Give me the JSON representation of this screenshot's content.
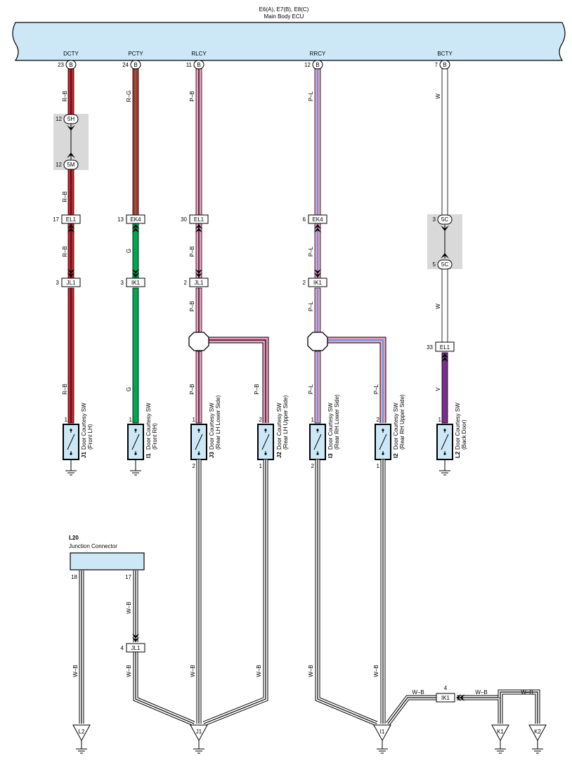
{
  "ecu": {
    "title": "E6(A), E7(B), E8(C)",
    "subtitle": "Main Body ECU",
    "pins": [
      {
        "name": "DCTY",
        "pin": "23",
        "conn": "B"
      },
      {
        "name": "PCTY",
        "pin": "24",
        "conn": "B"
      },
      {
        "name": "RLCY",
        "pin": "11",
        "conn": "B"
      },
      {
        "name": "RRCY",
        "pin": "12",
        "conn": "B"
      },
      {
        "name": "BCTY",
        "pin": "7",
        "conn": "B"
      }
    ]
  },
  "wire_labels": {
    "w1_a": "R–B",
    "w1_b": "R–B",
    "w1_c": "R–B",
    "w1_d": "R–B",
    "w2_a": "R–G",
    "w2_b": "G",
    "w2_c": "G",
    "w3_a": "P–B",
    "w3_b": "P–B",
    "w3_c": "P–B",
    "w3_d": "P–B",
    "w3_e": "P–B",
    "w4_a": "P–L",
    "w4_b": "P–L",
    "w4_c": "P–L",
    "w4_d": "P–L",
    "w4_e": "P–L",
    "w5_a": "W",
    "w5_b": "W",
    "w5_c": "V",
    "wb1": "W–B",
    "wb2": "W–B",
    "wb3": "W–B",
    "wb4": "W–B",
    "wb5": "W–B",
    "wb6": "W–B",
    "wb7": "W–B",
    "wb8": "W–B",
    "wb9": "W–B"
  },
  "inline_connectors": {
    "c5H": {
      "pin": "12",
      "id": "5H"
    },
    "c5M": {
      "pin": "12",
      "id": "5M"
    },
    "c5C_top": {
      "pin": "3",
      "id": "5C"
    },
    "c5C_bot": {
      "pin": "5",
      "id": "5C"
    },
    "el1_a": {
      "pin": "17",
      "id": "EL1"
    },
    "ek4_a": {
      "pin": "13",
      "id": "EK4"
    },
    "el1_b": {
      "pin": "30",
      "id": "EL1"
    },
    "ek4_b": {
      "pin": "6",
      "id": "EK4"
    },
    "jl1_a": {
      "pin": "3",
      "id": "JL1"
    },
    "ik1_a": {
      "pin": "3",
      "id": "IK1"
    },
    "jl1_b": {
      "pin": "2",
      "id": "JL1"
    },
    "ik1_b": {
      "pin": "2",
      "id": "IK1"
    },
    "el1_c": {
      "pin": "33",
      "id": "EL1"
    },
    "jl1_c": {
      "pin": "4",
      "id": "JL1"
    },
    "ik1_c": {
      "pin": "4",
      "id": "IK1"
    }
  },
  "switches": [
    {
      "id": "J1",
      "name": "Door Courtesy SW",
      "pos": "(Front LH)",
      "top_pin": "1",
      "bot_pin": ""
    },
    {
      "id": "I1",
      "name": "Door Courtesy SW",
      "pos": "(Front RH)",
      "top_pin": "1",
      "bot_pin": ""
    },
    {
      "id": "J3",
      "name": "Door Courtesy SW",
      "pos": "(Rear LH Lower Side)",
      "top_pin": "1",
      "bot_pin": "2"
    },
    {
      "id": "J2",
      "name": "Door Courtesy SW",
      "pos": "(Rear LH Upper Side)",
      "top_pin": "2",
      "bot_pin": "1"
    },
    {
      "id": "I3",
      "name": "Door Courtesy SW",
      "pos": "(Rear RH Lower Side)",
      "top_pin": "1",
      "bot_pin": "2"
    },
    {
      "id": "I2",
      "name": "Door Courtesy SW",
      "pos": "(Rear RH Upper Side)",
      "top_pin": "2",
      "bot_pin": "1"
    },
    {
      "id": "L2",
      "name": "Door Courtesy SW",
      "pos": "(Back Door)",
      "top_pin": "1",
      "bot_pin": ""
    }
  ],
  "junction": {
    "id": "L20",
    "name": "Junction Connector",
    "pin_left": "18",
    "pin_right": "17"
  },
  "grounds": [
    "L2",
    "J1",
    "I1",
    "K1",
    "K2"
  ],
  "colors": {
    "ecu_fill": "#cce8f6",
    "red": "#d4202a",
    "green": "#00a651",
    "pink": "#f49ac1",
    "blue": "#4aa3df",
    "violet": "#7b2d8e",
    "shade": "#d9d9d9"
  }
}
